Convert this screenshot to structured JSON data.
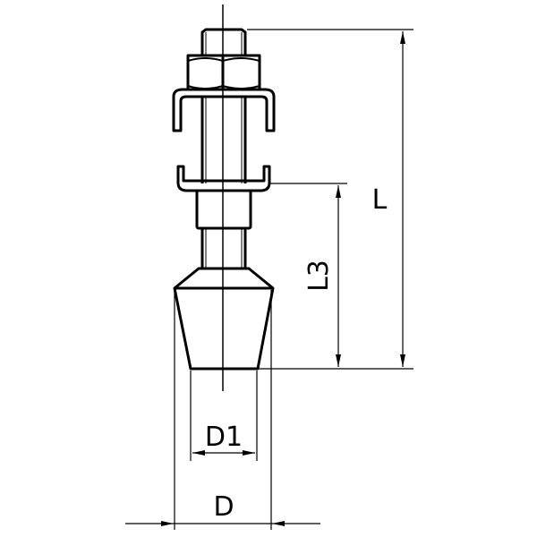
{
  "labels": {
    "length_total": "L",
    "length_l3": "L3",
    "diameter_d1": "D1",
    "diameter_d": "D"
  },
  "colors": {
    "line": "#000000",
    "background": "#ffffff"
  }
}
